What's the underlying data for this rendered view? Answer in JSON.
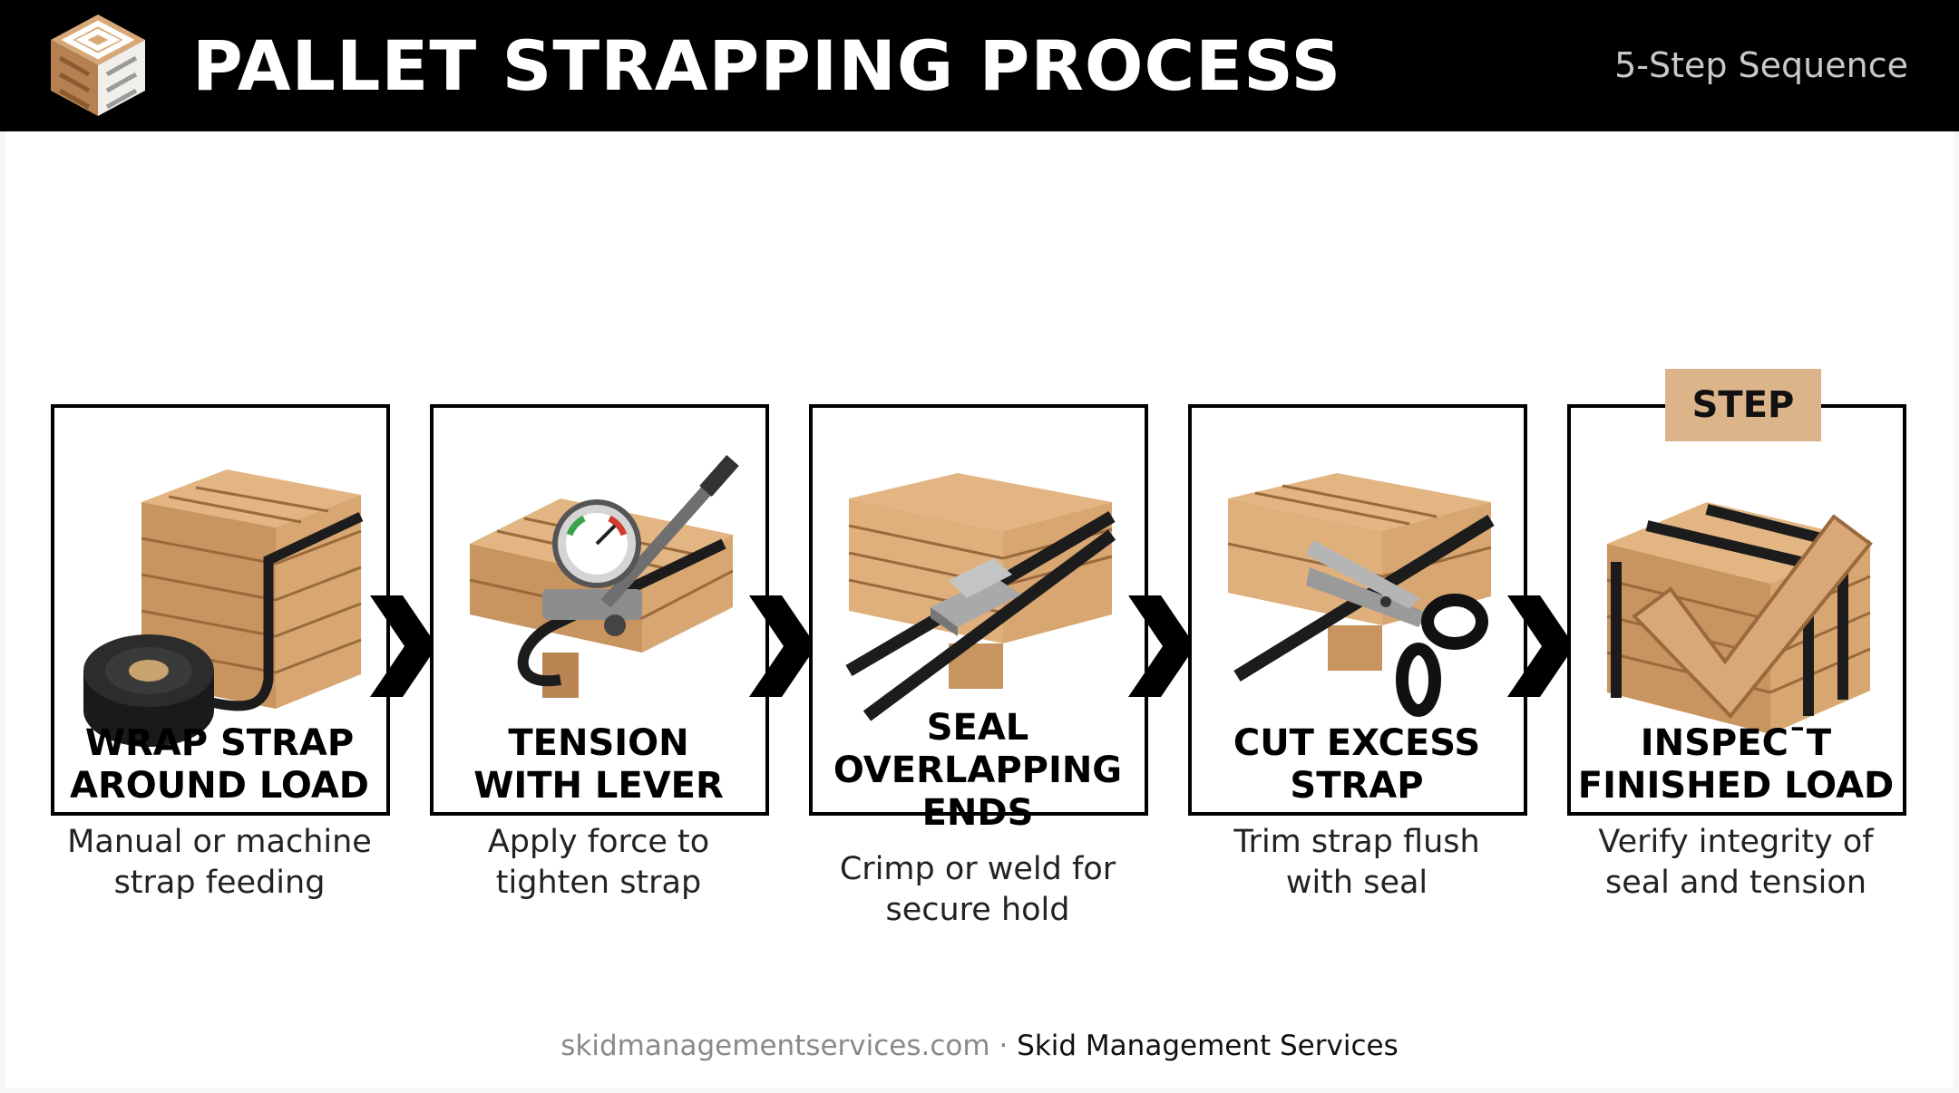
{
  "header": {
    "title": "PALLET STRAPPING PROCESS",
    "subtitle": "5-Step Sequence"
  },
  "badge": {
    "label": "STEP"
  },
  "steps": [
    {
      "title_line1": "WRAP STRAP",
      "title_line2": "AROUND LOAD",
      "title_line3": "",
      "desc_line1": "Manual or machine",
      "desc_line2": "strap feeding"
    },
    {
      "title_line1": "TENSION",
      "title_line2": "WITH LEVER",
      "title_line3": "",
      "desc_line1": "Apply force to",
      "desc_line2": "tighten strap"
    },
    {
      "title_line1": "SEAL",
      "title_line2": "OVERLAPPING",
      "title_line3": "ENDS",
      "desc_line1": "Crimp or weld for",
      "desc_line2": "secure hold"
    },
    {
      "title_line1": "CUT EXCESS",
      "title_line2": "STRAP",
      "title_line3": "",
      "desc_line1": "Trim strap flush",
      "desc_line2": "with seal"
    },
    {
      "title_line1": "INSPECˉT",
      "title_line2": "FINISHED LOAD",
      "title_line3": "",
      "desc_line1": "Verify integrity of",
      "desc_line2": "seal and tension"
    }
  ],
  "footer": {
    "website": "skidmanagementservices.com",
    "separator": "·",
    "company": "Skid Management Services"
  },
  "colors": {
    "header_bg": "#000000",
    "wood": "#e0b07c",
    "wood_dark": "#b98552",
    "strap": "#1c1c1c",
    "badge": "#dcb48a"
  }
}
